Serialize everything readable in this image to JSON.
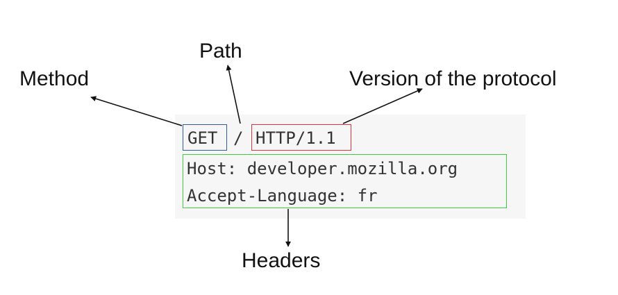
{
  "labels": {
    "method": "Method",
    "path": "Path",
    "version": "Version of the protocol",
    "headers": "Headers"
  },
  "request": {
    "method": "GET",
    "path": "/",
    "version": "HTTP/1.1",
    "headers": [
      "Host: developer.mozilla.org",
      "Accept-Language: fr"
    ]
  },
  "colors": {
    "method_box": "#2e5aa8",
    "version_box": "#e0303a",
    "headers_box": "#3ccf3c",
    "code_background": "#f6f6f6",
    "arrow": "#111111"
  }
}
